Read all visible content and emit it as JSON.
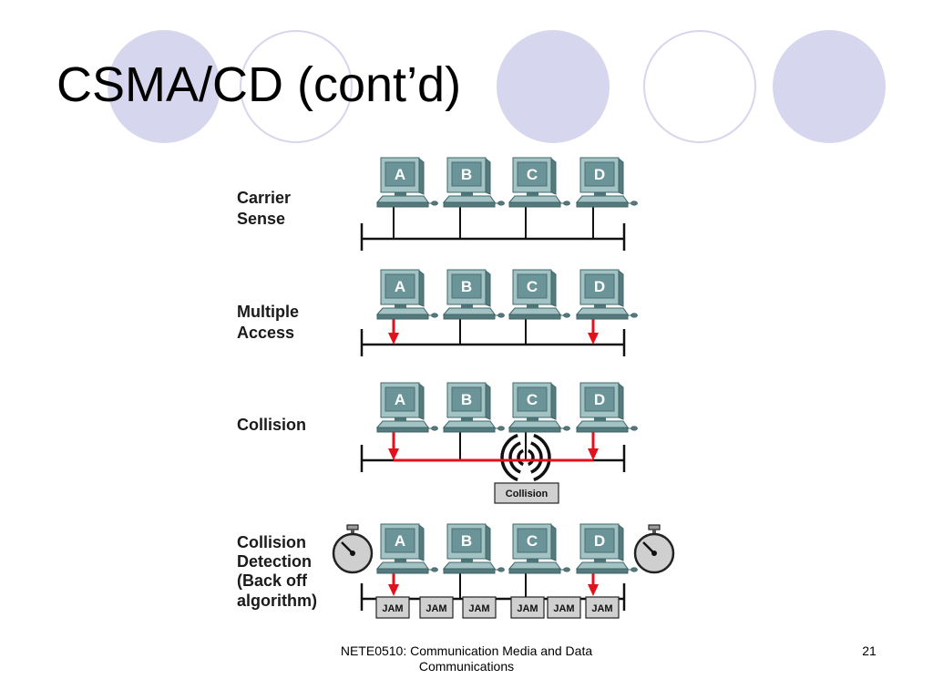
{
  "slide": {
    "title": "CSMA/CD (cont’d)",
    "footer": "NETE0510: Communication Media and Data Communications",
    "page_number": "21"
  },
  "diagram": {
    "stations": [
      "A",
      "B",
      "C",
      "D"
    ],
    "rows": [
      {
        "label_lines": [
          "Carrier",
          "Sense"
        ],
        "arrows": [
          false,
          false,
          false,
          false
        ]
      },
      {
        "label_lines": [
          "Multiple",
          "Access"
        ],
        "arrows": [
          true,
          false,
          false,
          true
        ]
      },
      {
        "label_lines": [
          "Collision"
        ],
        "arrows": [
          true,
          false,
          false,
          true
        ],
        "collision_marker": [
          false,
          false,
          true,
          false
        ],
        "collision_label": "Collision"
      },
      {
        "label_lines": [
          "Collision",
          "Detection",
          "(Back off",
          "algorithm)"
        ],
        "arrows": [
          true,
          false,
          false,
          true
        ],
        "jam_blocks": [
          "JAM",
          "JAM",
          "JAM",
          "JAM",
          "JAM",
          "JAM"
        ],
        "timer_icons": [
          "stopwatch-icon",
          "stopwatch-icon"
        ]
      }
    ]
  },
  "colors": {
    "decor_circle": "#d6d6ee",
    "signal": "#e4101c",
    "monitor": "#a3c2c4",
    "screen": "#6a9498",
    "label_box": "#d0d0d0"
  }
}
